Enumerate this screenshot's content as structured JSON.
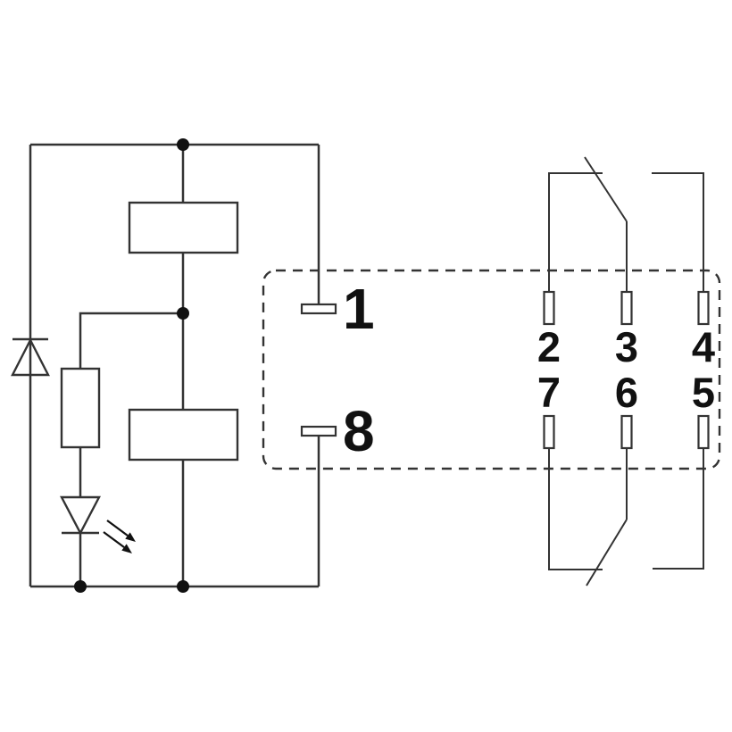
{
  "colors": {
    "line": "#333333",
    "ink": "#111111",
    "background": "#ffffff"
  },
  "relay": {
    "coil_pins": {
      "p1": "1",
      "p8": "8"
    },
    "contact_pins": {
      "top_row": [
        "2",
        "3",
        "4"
      ],
      "bottom_row": [
        "7",
        "6",
        "5"
      ]
    }
  },
  "components": [
    "suppression-diode",
    "series-resistor",
    "led-indicator",
    "coil-block-upper",
    "coil-block-lower",
    "relay-dashed-outline",
    "changeover-contact-top",
    "changeover-contact-bottom"
  ]
}
